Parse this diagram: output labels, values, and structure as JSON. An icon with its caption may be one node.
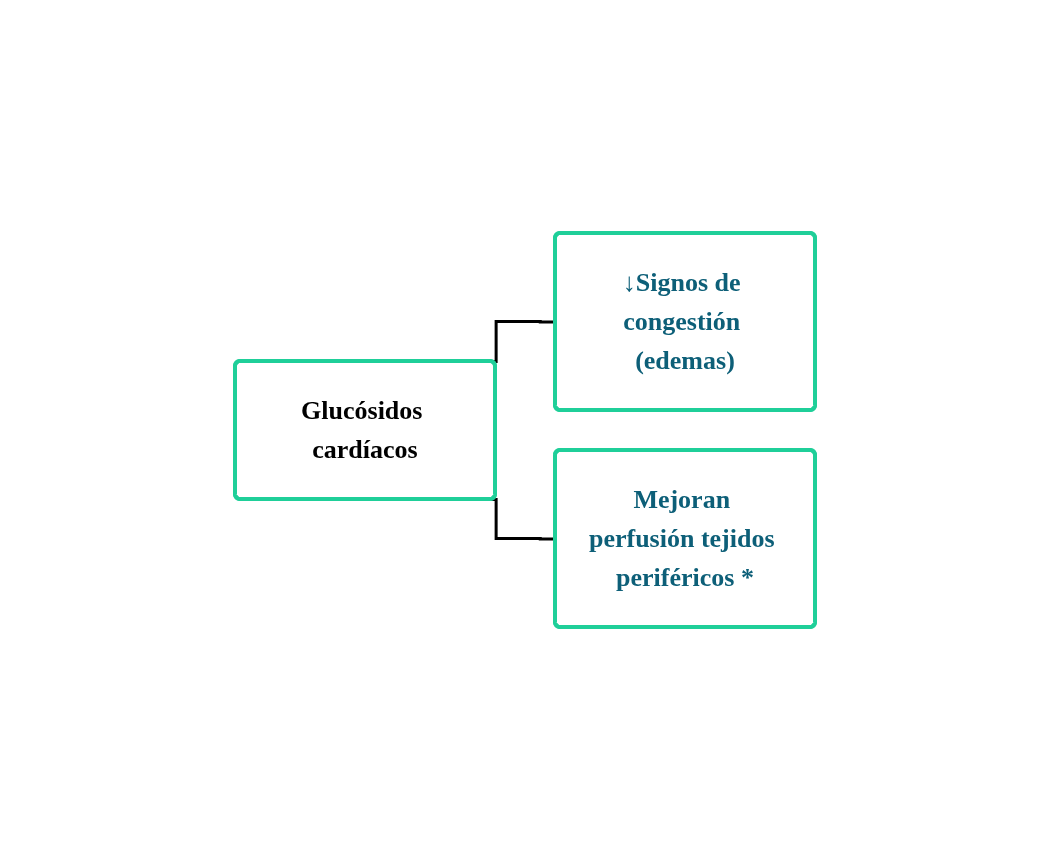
{
  "diagram": {
    "nodes": [
      {
        "text": [
          "Glucósidos cardíacos"
        ]
      },
      {
        "text": [
          "↓Signos de congestión (edemas)"
        ]
      },
      {
        "text": [
          "Mejoran perfusión tejidos periféricos *"
        ]
      }
    ],
    "edges": [
      {
        "from": 0,
        "to": 1,
        "arrow": "none"
      },
      {
        "from": 0,
        "to": 2,
        "arrow": "none"
      }
    ]
  }
}
